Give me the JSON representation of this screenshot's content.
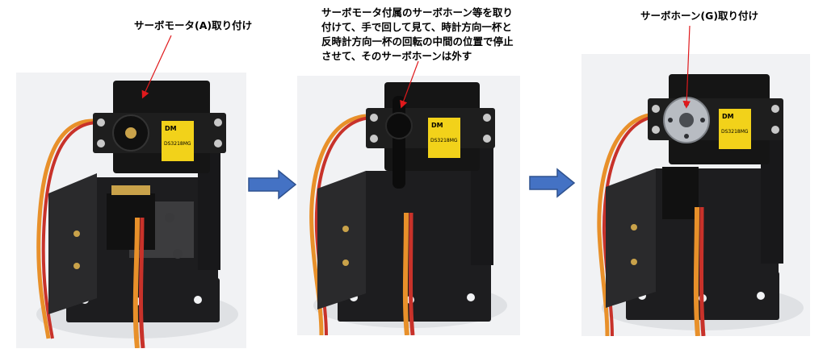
{
  "captions": {
    "step1": "サーボモータ(A)取り付け",
    "step2": "サーボモータ付属のサーボホーン等を取り\n付けて、手で回して見て、時計方向一杯と\n反時計方向一杯の回転の中間の位置で停止\nさせて、そのサーボホーンは外す",
    "step3": "サーボホーン(G)取り付け"
  },
  "servo_label": "DM",
  "servo_model": "DS3218MG",
  "colors": {
    "annotation_arrow": "#e0191c",
    "step_arrow_fill": "#4472c4",
    "step_arrow_border": "#2f528f",
    "bracket": "#1d1d1f",
    "servo_body": "#151515",
    "servo_sticker": "#f2d21a",
    "wire_orange": "#e8902a",
    "wire_red": "#c8322a",
    "wire_brown": "#6a3a1e",
    "horn_metal": "#b8bcc2",
    "photo_background": "#f1f2f4"
  }
}
